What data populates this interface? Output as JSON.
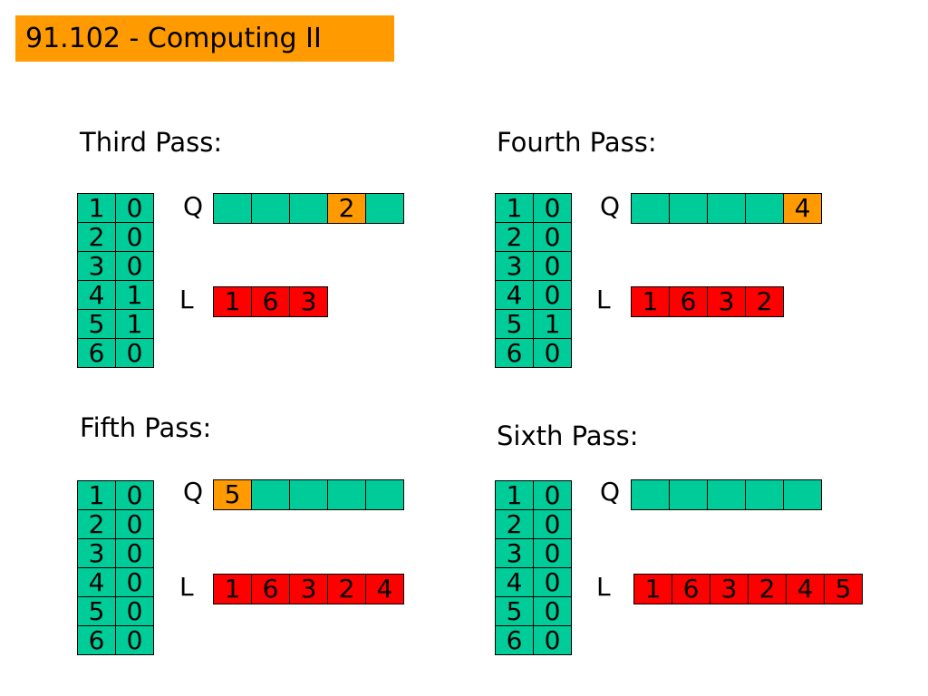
{
  "title": "91.102 - Computing II",
  "colors": {
    "title_bg": "#ff9a00",
    "table_cell": "#00cc99",
    "queue_cell": "#00cc99",
    "queue_front": "#ff9a00",
    "list_cell": "#ff0000"
  },
  "labels": {
    "queue": "Q",
    "list": "L"
  },
  "passes": [
    {
      "heading": "Third Pass:",
      "table": [
        [
          "1",
          "0"
        ],
        [
          "2",
          "0"
        ],
        [
          "3",
          "0"
        ],
        [
          "4",
          "1"
        ],
        [
          "5",
          "1"
        ],
        [
          "6",
          "0"
        ]
      ],
      "queue": [
        "",
        "",
        "",
        "2",
        ""
      ],
      "queue_highlight_index": 3,
      "list": [
        "1",
        "6",
        "3"
      ]
    },
    {
      "heading": "Fourth Pass:",
      "table": [
        [
          "1",
          "0"
        ],
        [
          "2",
          "0"
        ],
        [
          "3",
          "0"
        ],
        [
          "4",
          "0"
        ],
        [
          "5",
          "1"
        ],
        [
          "6",
          "0"
        ]
      ],
      "queue": [
        "",
        "",
        "",
        "",
        "4"
      ],
      "queue_highlight_index": 4,
      "list": [
        "1",
        "6",
        "3",
        "2"
      ]
    },
    {
      "heading": "Fifth Pass:",
      "table": [
        [
          "1",
          "0"
        ],
        [
          "2",
          "0"
        ],
        [
          "3",
          "0"
        ],
        [
          "4",
          "0"
        ],
        [
          "5",
          "0"
        ],
        [
          "6",
          "0"
        ]
      ],
      "queue": [
        "5",
        "",
        "",
        "",
        ""
      ],
      "queue_highlight_index": 0,
      "list": [
        "1",
        "6",
        "3",
        "2",
        "4"
      ]
    },
    {
      "heading": "Sixth Pass:",
      "table": [
        [
          "1",
          "0"
        ],
        [
          "2",
          "0"
        ],
        [
          "3",
          "0"
        ],
        [
          "4",
          "0"
        ],
        [
          "5",
          "0"
        ],
        [
          "6",
          "0"
        ]
      ],
      "queue": [
        "",
        "",
        "",
        "",
        ""
      ],
      "queue_highlight_index": -1,
      "list": [
        "1",
        "6",
        "3",
        "2",
        "4",
        "5"
      ]
    }
  ]
}
